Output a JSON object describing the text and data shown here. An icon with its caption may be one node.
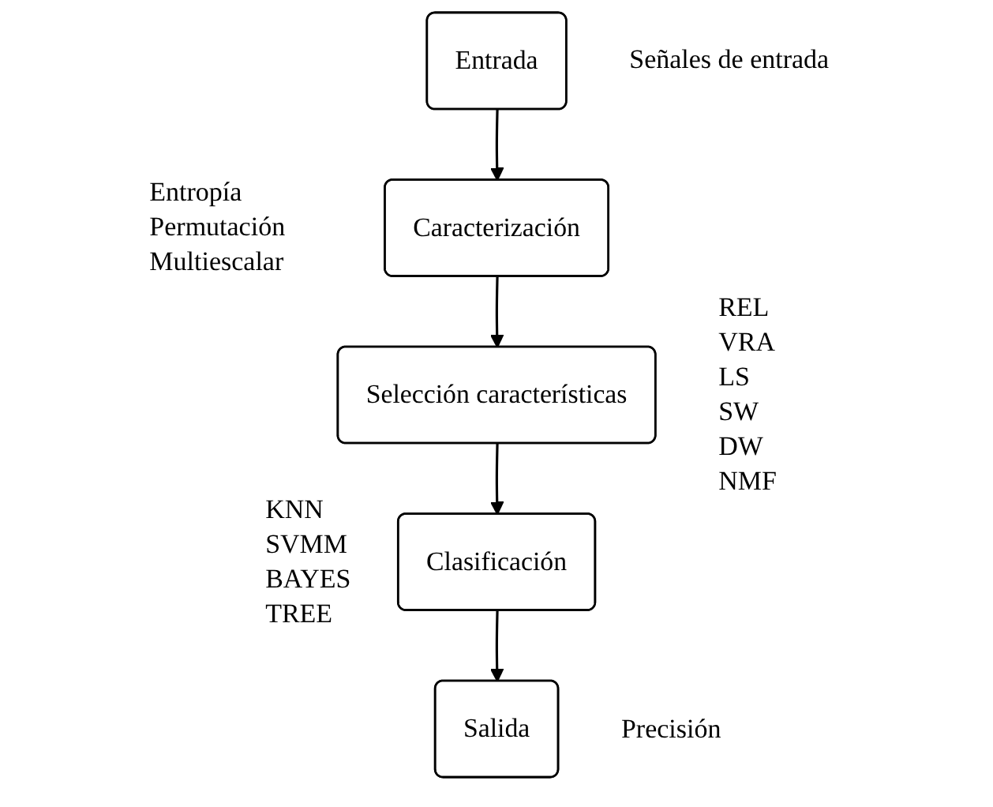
{
  "diagram": {
    "nodes": [
      {
        "text": [
          "Entrada"
        ],
        "beside": [
          "Señales de entrada"
        ]
      },
      {
        "text": [
          "Caracterización"
        ],
        "beside": [
          "Entropía Permutación Multiescalar"
        ]
      },
      {
        "text": [
          "Selección características"
        ],
        "beside": [
          "REL",
          "VRA",
          "LS",
          "SW",
          "DW",
          "NMF"
        ]
      },
      {
        "text": [
          "Clasificación"
        ],
        "beside": [
          "KNN",
          "SVMM",
          "BAYES",
          "TREE"
        ]
      },
      {
        "text": [
          "Salida"
        ],
        "beside": [
          "Precisión"
        ]
      }
    ],
    "edges": [
      {
        "from": 0,
        "to": 1,
        "arrow": "to"
      },
      {
        "from": 1,
        "to": 2,
        "arrow": "to"
      },
      {
        "from": 2,
        "to": 3,
        "arrow": "to"
      },
      {
        "from": 3,
        "to": 4,
        "arrow": "to"
      }
    ]
  }
}
